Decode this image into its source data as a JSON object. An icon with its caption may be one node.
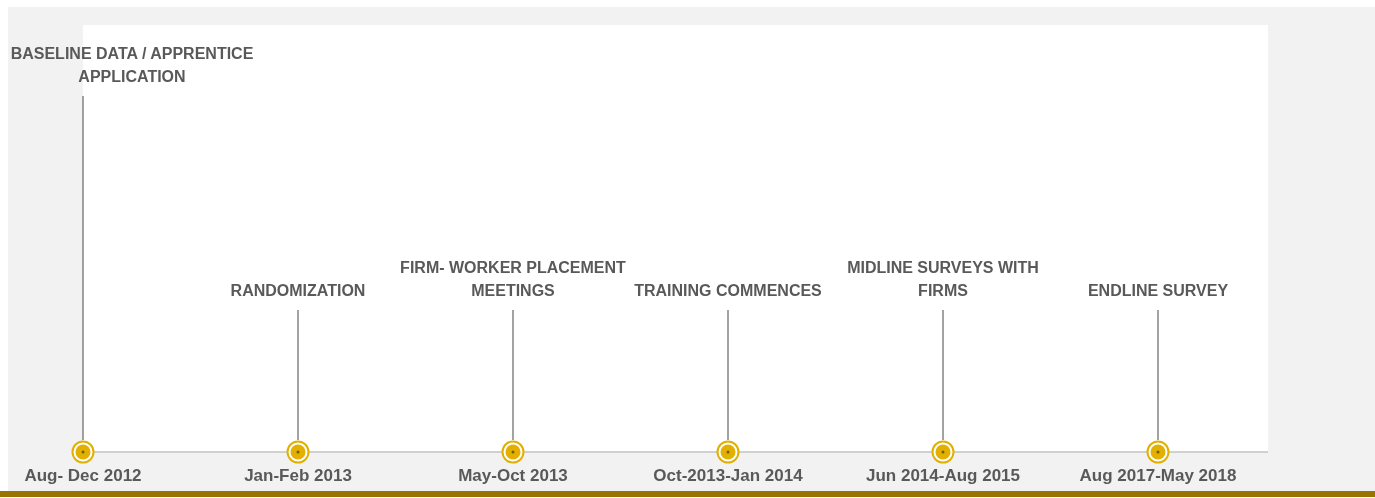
{
  "diagram": {
    "nodes": [
      {
        "text": [
          "BASELINE DATA / APPRENTICE APPLICATION"
        ]
      },
      {
        "text": [
          "RANDOMIZATION"
        ]
      },
      {
        "text": [
          "FIRM- WORKER PLACEMENT MEETINGS"
        ]
      },
      {
        "text": [
          "TRAINING COMMENCES"
        ]
      },
      {
        "text": [
          "MIDLINE SURVEYS WITH FIRMS"
        ]
      },
      {
        "text": [
          "ENDLINE SURVEY"
        ]
      },
      {
        "text": [],
        "shape": "circle",
        "beside": [
          "Aug- Dec 2012"
        ]
      },
      {
        "text": [],
        "shape": "circle",
        "beside": [
          "Jan-Feb 2013"
        ]
      },
      {
        "text": [],
        "shape": "circle",
        "beside": [
          "May-Oct 2013"
        ]
      },
      {
        "text": [],
        "shape": "circle",
        "beside": [
          "Oct-2013-Jan 2014"
        ]
      },
      {
        "text": [],
        "shape": "circle",
        "beside": [
          "Jun 2014-Aug 2015"
        ]
      },
      {
        "text": [],
        "shape": "circle",
        "beside": [
          "Aug 2017-May 2018"
        ]
      }
    ],
    "edges": [
      {
        "from": 0,
        "to": 6,
        "arrow": "none"
      },
      {
        "from": 1,
        "to": 7,
        "arrow": "none"
      },
      {
        "from": 2,
        "to": 8,
        "arrow": "none"
      },
      {
        "from": 3,
        "to": 9,
        "arrow": "none"
      },
      {
        "from": 4,
        "to": 10,
        "arrow": "none"
      },
      {
        "from": 5,
        "to": 11,
        "arrow": "none"
      }
    ]
  }
}
